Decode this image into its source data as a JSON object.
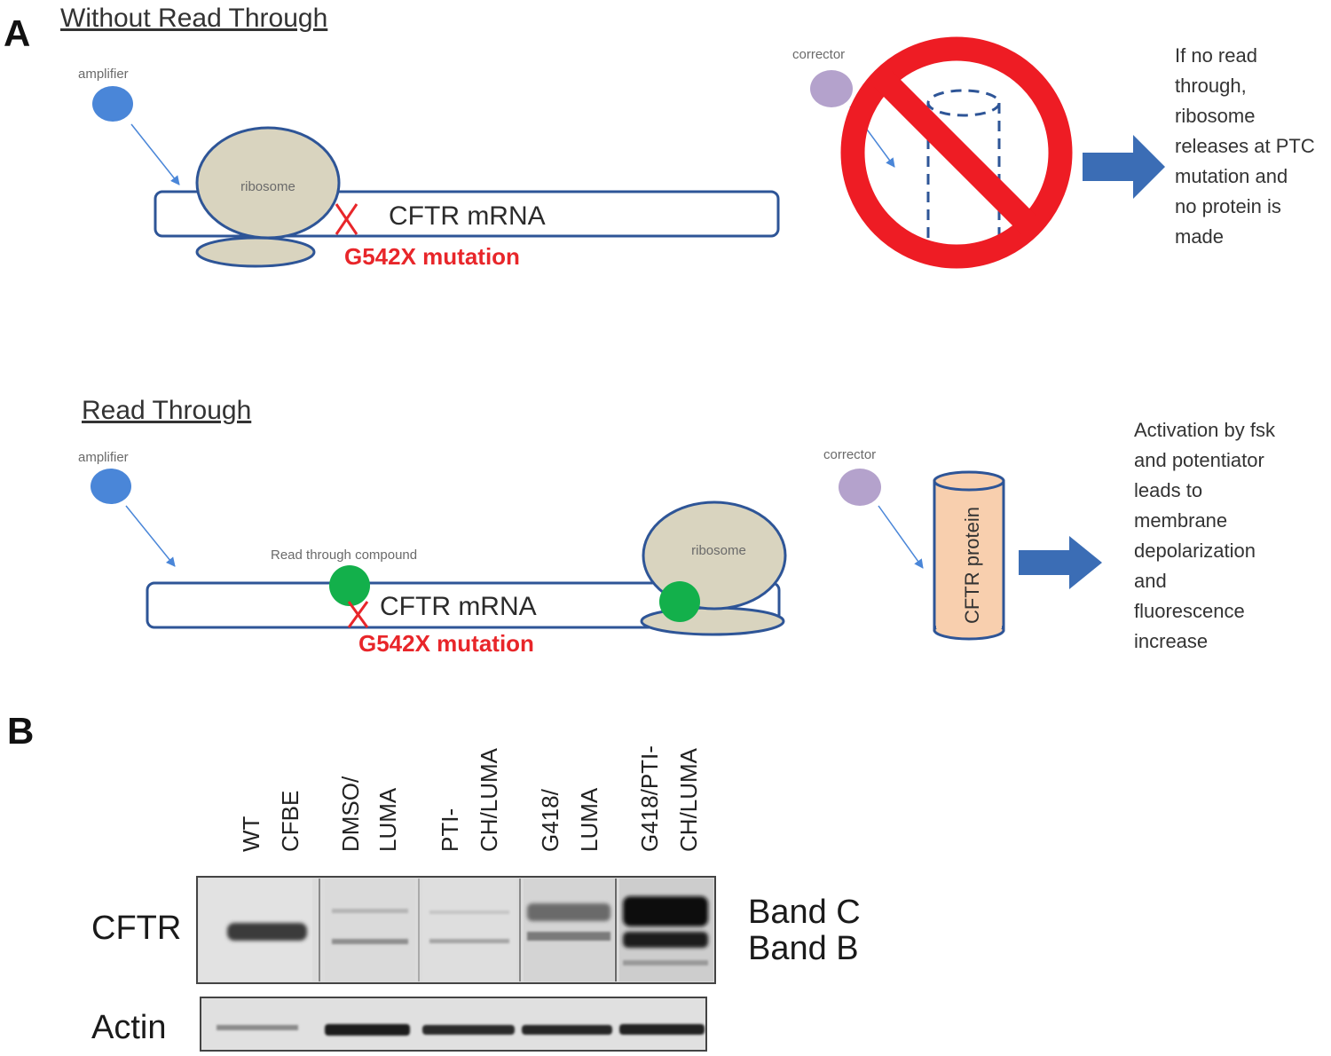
{
  "panel_a": {
    "letter": "A",
    "without": {
      "heading": "Without Read Through",
      "amplifier_label": "amplifier",
      "ribosome_label": "ribosome",
      "mrna_label": "CFTR mRNA",
      "mutation_label": "G542X mutation",
      "corrector_label": "corrector",
      "note_lines": [
        "If no read",
        "through,",
        "ribosome",
        "releases at PTC",
        "mutation and",
        "no protein is",
        "made"
      ]
    },
    "with": {
      "heading": "Read Through",
      "amplifier_label": "amplifier",
      "compound_label": "Read through compound",
      "ribosome_label": "ribosome",
      "mrna_label": "CFTR mRNA",
      "mutation_label": "G542X mutation",
      "corrector_label": "corrector",
      "protein_label": "CFTR protein",
      "note_lines": [
        "Activation by fsk",
        "and potentiator",
        "leads to",
        "membrane",
        "depolarization",
        "and",
        "fluorescence",
        "increase"
      ]
    },
    "colors": {
      "outline": "#2e5597",
      "amplifier": "#4a86d8",
      "corrector": "#b4a2cc",
      "ribosome": "#d9d4bf",
      "compound": "#13b04b",
      "mutation": "#e8262a",
      "arrow": "#3b6db5",
      "protein": "#f8cfae",
      "prohibit": "#ee1c24"
    }
  },
  "panel_b": {
    "letter": "B",
    "lanes": [
      [
        "WT"
      ],
      [
        "CFBE"
      ],
      [
        "DMSO/"
      ],
      [
        "LUMA"
      ],
      [
        "PTI-"
      ],
      [
        "CH/LUMA"
      ],
      [
        "G418/"
      ],
      [
        "LUMA"
      ],
      [
        "G418/PTI-"
      ],
      [
        "CH/LUMA"
      ]
    ],
    "row_labels": {
      "cftr": "CFTR",
      "actin": "Actin"
    },
    "band_labels": {
      "c": "Band C",
      "b": "Band B"
    }
  }
}
